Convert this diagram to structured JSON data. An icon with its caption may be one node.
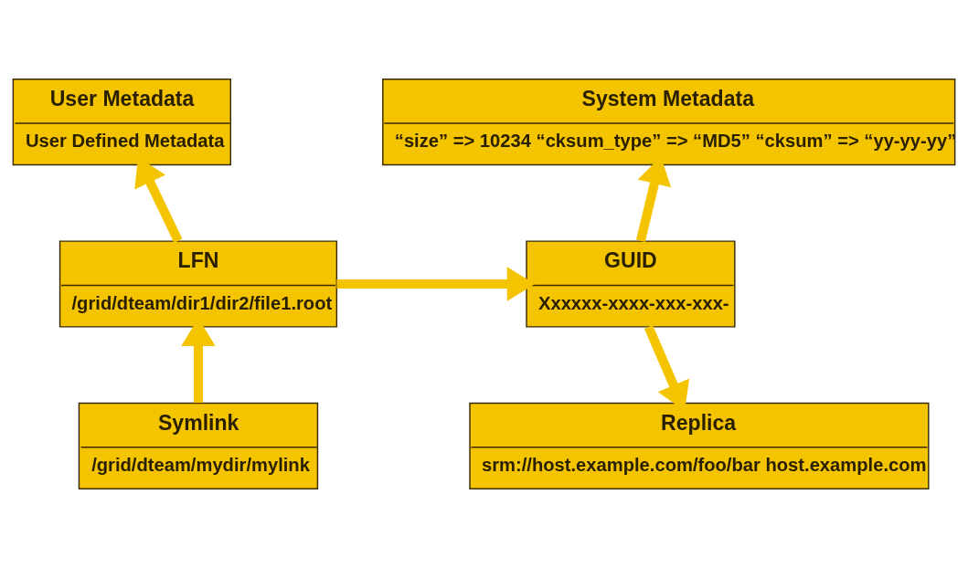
{
  "diagram": {
    "nodes": [
      {
        "text": [
          "User Metadata",
          "User Defined Metadata"
        ]
      },
      {
        "text": [
          "System Metadata",
          "“size” => 10234 “cksum_type” => “MD5” “cksum” => “yy-yy-yy”"
        ]
      },
      {
        "text": [
          "LFN",
          "/grid/dteam/dir1/dir2/file1.root"
        ]
      },
      {
        "text": [
          "GUID",
          "Xxxxxx-xxxx-xxx-xxx-"
        ]
      },
      {
        "text": [
          "Symlink",
          "/grid/dteam/mydir/mylink"
        ]
      },
      {
        "text": [
          "Replica",
          "srm://host.example.com/foo/bar host.example.com"
        ]
      }
    ],
    "edges": [
      {
        "from": 2,
        "to": 0,
        "arrow": "to"
      },
      {
        "from": 2,
        "to": 3,
        "arrow": "to"
      },
      {
        "from": 4,
        "to": 2,
        "arrow": "to"
      },
      {
        "from": 3,
        "to": 1,
        "arrow": "to"
      },
      {
        "from": 3,
        "to": 5,
        "arrow": "to"
      }
    ]
  }
}
